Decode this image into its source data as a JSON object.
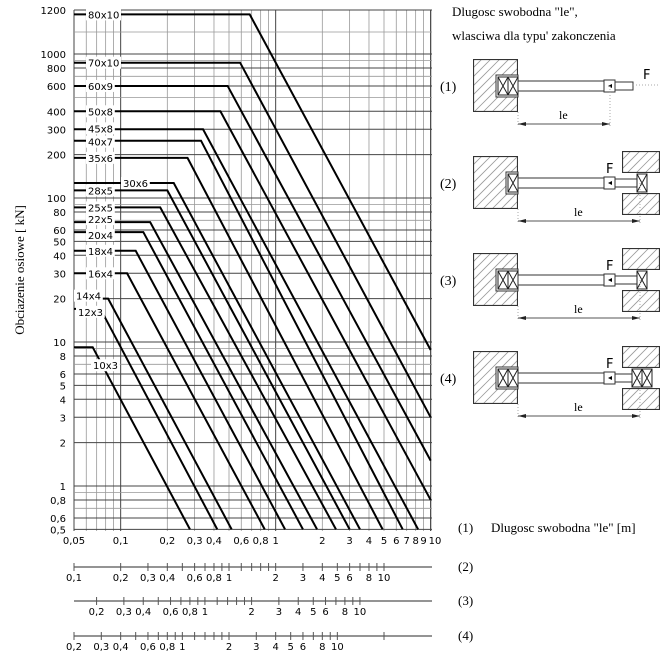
{
  "chart_data": {
    "type": "line",
    "scale": "log-log",
    "ylabel": "Obciazenie osiowe [ kN]",
    "xlabel": "Dlugosc swobodna \"le\" [m]",
    "xlim": [
      0.05,
      10
    ],
    "ylim": [
      0.5,
      1200
    ],
    "grid": true,
    "yticks": [
      {
        "v": 1200,
        "label": "1200"
      },
      {
        "v": 1000,
        "label": "1000"
      },
      {
        "v": 800,
        "label": "800"
      },
      {
        "v": 600,
        "label": "600"
      },
      {
        "v": 400,
        "label": "400"
      },
      {
        "v": 300,
        "label": "300"
      },
      {
        "v": 200,
        "label": "200"
      },
      {
        "v": 100,
        "label": "100"
      },
      {
        "v": 80,
        "label": "80"
      },
      {
        "v": 60,
        "label": "60"
      },
      {
        "v": 50,
        "label": "50"
      },
      {
        "v": 40,
        "label": "40"
      },
      {
        "v": 30,
        "label": "30"
      },
      {
        "v": 20,
        "label": "20"
      },
      {
        "v": 10,
        "label": "10"
      },
      {
        "v": 8,
        "label": "8"
      },
      {
        "v": 6,
        "label": "6"
      },
      {
        "v": 5,
        "label": "5"
      },
      {
        "v": 4,
        "label": "4"
      },
      {
        "v": 3,
        "label": "3"
      },
      {
        "v": 2,
        "label": "2"
      },
      {
        "v": 1,
        "label": "1"
      },
      {
        "v": 0.8,
        "label": "0,8"
      },
      {
        "v": 0.6,
        "label": "0,6"
      },
      {
        "v": 0.5,
        "label": "0,5"
      }
    ],
    "xticks": [
      {
        "v": 0.05,
        "label": "0,05"
      },
      {
        "v": 0.1,
        "label": "0,1"
      },
      {
        "v": 0.2,
        "label": "0,2"
      },
      {
        "v": 0.3,
        "label": "0,3"
      },
      {
        "v": 0.4,
        "label": "0,4"
      },
      {
        "v": 0.6,
        "label": "0,6"
      },
      {
        "v": 0.8,
        "label": "0,8"
      },
      {
        "v": 1,
        "label": "1"
      },
      {
        "v": 2,
        "label": "2"
      },
      {
        "v": 3,
        "label": "3"
      },
      {
        "v": 4,
        "label": "4"
      },
      {
        "v": 5,
        "label": "5"
      },
      {
        "v": 6,
        "label": "6"
      },
      {
        "v": 7,
        "label": "7"
      },
      {
        "v": 8,
        "label": "8"
      },
      {
        "v": 9,
        "label": "9"
      },
      {
        "v": 10,
        "label": "10"
      }
    ],
    "series": [
      {
        "name": "80x10",
        "plateau_kN": 1180,
        "break_m": 0.68,
        "end": [
          10,
          8.8
        ]
      },
      {
        "name": "70x10",
        "plateau_kN": 870,
        "break_m": 0.59,
        "end": [
          10,
          3
        ]
      },
      {
        "name": "60x9",
        "plateau_kN": 600,
        "break_m": 0.49,
        "end": [
          10,
          1.5
        ]
      },
      {
        "name": "50x8",
        "plateau_kN": 400,
        "break_m": 0.44,
        "end": [
          10,
          0.8
        ]
      },
      {
        "name": "45x8",
        "plateau_kN": 300,
        "break_m": 0.34,
        "end": [
          8.3,
          0.5
        ]
      },
      {
        "name": "40x7",
        "plateau_kN": 250,
        "break_m": 0.33,
        "end": [
          6.6,
          0.5
        ]
      },
      {
        "name": "35x6",
        "plateau_kN": 190,
        "break_m": 0.27,
        "end": [
          4.9,
          0.5
        ]
      },
      {
        "name": "30x6",
        "plateau_kN": 127,
        "break_m": 0.22,
        "end": [
          3.5,
          0.5
        ]
      },
      {
        "name": "28x5",
        "plateau_kN": 113,
        "break_m": 0.2,
        "end": [
          3.0,
          0.5
        ]
      },
      {
        "name": "25x5",
        "plateau_kN": 86,
        "break_m": 0.18,
        "end": [
          2.45,
          0.5
        ]
      },
      {
        "name": "22x5",
        "plateau_kN": 68,
        "break_m": 0.155,
        "end": [
          1.85,
          0.5
        ]
      },
      {
        "name": "20x4",
        "plateau_kN": 58,
        "break_m": 0.14,
        "end": [
          1.5,
          0.5
        ]
      },
      {
        "name": "18x4",
        "plateau_kN": 43,
        "break_m": 0.125,
        "end": [
          1.15,
          0.5
        ]
      },
      {
        "name": "16x4",
        "plateau_kN": 30,
        "break_m": 0.11,
        "end": [
          0.85,
          0.5
        ]
      },
      {
        "name": "14x4",
        "plateau_kN": 20,
        "break_m": 0.083,
        "end": [
          0.52,
          0.5
        ]
      },
      {
        "name": "12x3",
        "plateau_kN": 17,
        "break_m": 0.074,
        "end": [
          0.42,
          0.5
        ]
      },
      {
        "name": "10x3",
        "plateau_kN": 9.2,
        "break_m": 0.066,
        "end": [
          0.28,
          0.5
        ]
      }
    ],
    "length_scales": [
      {
        "id": "(1)",
        "caption": "Dlugosc swobodna \"le\" [m]"
      },
      {
        "id": "(2)",
        "start": 0.1,
        "ticks": [
          {
            "v": 0.1,
            "label": "0,1"
          },
          {
            "v": 0.2,
            "label": "0,2"
          },
          {
            "v": 0.3,
            "label": "0,3"
          },
          {
            "v": 0.4,
            "label": "0,4"
          },
          {
            "v": 0.6,
            "label": "0,6"
          },
          {
            "v": 0.8,
            "label": "0,8"
          },
          {
            "v": 1,
            "label": "1"
          },
          {
            "v": 2,
            "label": "2"
          },
          {
            "v": 3,
            "label": "3"
          },
          {
            "v": 4,
            "label": "4"
          },
          {
            "v": 5,
            "label": "5"
          },
          {
            "v": 6,
            "label": "6"
          },
          {
            "v": 8,
            "label": "8"
          },
          {
            "v": 10,
            "label": "10"
          }
        ]
      },
      {
        "id": "(3)",
        "start": 0.143,
        "ticks": [
          {
            "v": 0.2,
            "label": "0,2"
          },
          {
            "v": 0.3,
            "label": "0,3"
          },
          {
            "v": 0.4,
            "label": "0,4"
          },
          {
            "v": 0.6,
            "label": "0,6"
          },
          {
            "v": 0.8,
            "label": "0,8"
          },
          {
            "v": 1,
            "label": "1"
          },
          {
            "v": 2,
            "label": "2"
          },
          {
            "v": 3,
            "label": "3"
          },
          {
            "v": 4,
            "label": "4"
          },
          {
            "v": 5,
            "label": "5"
          },
          {
            "v": 6,
            "label": "6"
          },
          {
            "v": 8,
            "label": "8"
          },
          {
            "v": 10,
            "label": "10"
          }
        ]
      },
      {
        "id": "(4)",
        "start": 0.2,
        "ticks": [
          {
            "v": 0.2,
            "label": "0,2"
          },
          {
            "v": 0.3,
            "label": "0,3"
          },
          {
            "v": 0.4,
            "label": "0,4"
          },
          {
            "v": 0.6,
            "label": "0,6"
          },
          {
            "v": 0.8,
            "label": "0,8"
          },
          {
            "v": 1,
            "label": "1"
          },
          {
            "v": 2,
            "label": "2"
          },
          {
            "v": 3,
            "label": "3"
          },
          {
            "v": 4,
            "label": "4"
          },
          {
            "v": 5,
            "label": "5"
          },
          {
            "v": 6,
            "label": "6"
          },
          {
            "v": 8,
            "label": "8"
          },
          {
            "v": 10,
            "label": "10"
          }
        ]
      }
    ]
  },
  "legend_panel": {
    "title_line1": "Dlugosc swobodna \"le\",",
    "title_line2": "wlasciwa dla typu' zakonczenia",
    "cases": [
      {
        "id": "(1)",
        "left_bearing": "double",
        "right_support": "free",
        "force_label": "F",
        "length_label": "le"
      },
      {
        "id": "(2)",
        "left_bearing": "single",
        "right_support": "single",
        "force_label": "F",
        "length_label": "le"
      },
      {
        "id": "(3)",
        "left_bearing": "double",
        "right_support": "single",
        "force_label": "F",
        "length_label": "le"
      },
      {
        "id": "(4)",
        "left_bearing": "double",
        "right_support": "double",
        "force_label": "F",
        "length_label": "le"
      }
    ]
  }
}
